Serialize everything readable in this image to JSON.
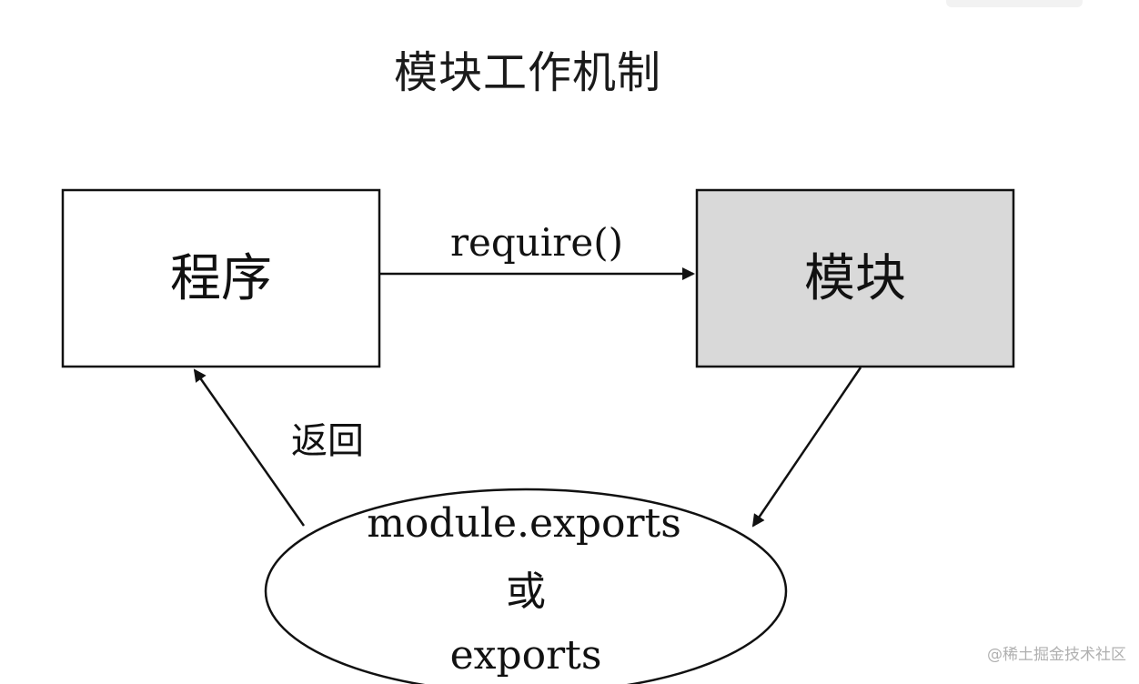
{
  "title": "模块工作机制",
  "nodes": {
    "program": "程序",
    "module": "模块",
    "exports_line1": "module.exports",
    "exports_line2": "或",
    "exports_line3": "exports"
  },
  "edges": {
    "require": "require()",
    "return": "返回"
  },
  "watermark": "@稀土掘金技术社区",
  "colors": {
    "module_fill": "#d9d9d9",
    "program_fill": "#ffffff",
    "stroke": "#111111"
  }
}
